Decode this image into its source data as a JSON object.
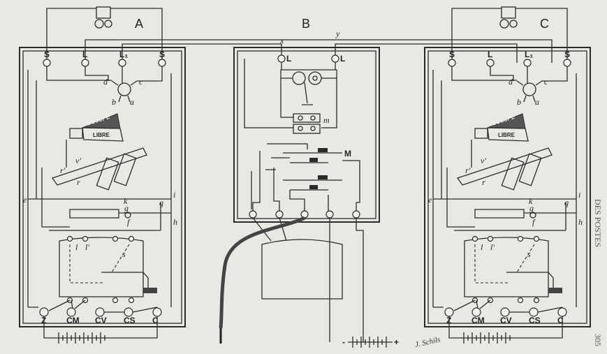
{
  "stations": {
    "A": {
      "name": "A"
    },
    "B": {
      "name": "B"
    },
    "C": {
      "name": "C"
    }
  },
  "line_labels": {
    "x": "x",
    "y": "y"
  },
  "end_station": {
    "top_terminals": [
      "S",
      "L",
      "L₁",
      "S"
    ],
    "commutator_labels": [
      "d",
      "c",
      "b",
      "a"
    ],
    "indicator": {
      "occupied": "OCCUPÉ",
      "free": "LIBRE"
    },
    "relay_labels": [
      "v'",
      "r'",
      "r",
      "k"
    ],
    "side_labels": [
      "e",
      "i",
      "g",
      "q",
      "f",
      "h"
    ],
    "switch_labels": [
      "l",
      "l'",
      "s"
    ],
    "bottom_terminals": [
      "Z",
      "CM",
      "CV",
      "CS",
      "C"
    ]
  },
  "central_station": {
    "line_terminals": [
      "L",
      "L"
    ],
    "block_label": "m",
    "keys_label": "M",
    "battery_minus": "-",
    "battery_plus": "+"
  },
  "margin": {
    "running_head": "DES POSTES",
    "page_number": "305"
  },
  "signature": "J. Schils",
  "colors": {
    "paper": "#e8e8e5",
    "ink": "#2b2b2b"
  }
}
